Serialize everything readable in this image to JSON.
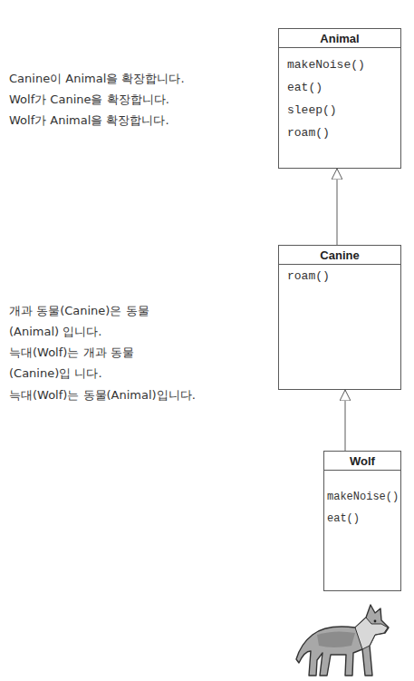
{
  "diagram": {
    "nodes": [
      {
        "text": [
          "Animal",
          "makeNoise() eat() sleep() roam()"
        ]
      },
      {
        "text": [
          "Canine",
          "roam()"
        ]
      },
      {
        "text": [
          "Wolf",
          "makeNoise() eat()"
        ]
      }
    ],
    "edges": [
      {
        "from": 1,
        "to": 0,
        "arrow": "to"
      },
      {
        "from": 2,
        "to": 1,
        "arrow": "to"
      }
    ],
    "labels": [
      "Canine이 Animal을 확장합니다.",
      "Wolf가 Canine을 확장합니다.",
      "Wolf가 Animal을 확장합니다.",
      "개과 동물(Canine)은 동물(Animal) 입니다.",
      "늑대(Wolf)는 개과 동물(Canine)입 니다.",
      "늑대(Wolf)는 동물(Animal)입니다."
    ]
  }
}
